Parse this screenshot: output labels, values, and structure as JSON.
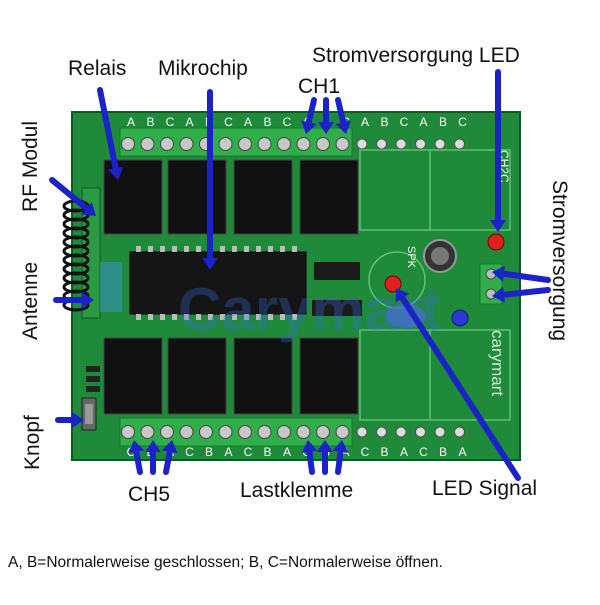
{
  "labels": {
    "relais": "Relais",
    "mikrochip": "Mikrochip",
    "ch1": "CH1",
    "stromversorgung_led": "Stromversorgung LED",
    "rf_modul": "RF Modul",
    "antenne": "Antenne",
    "knopf": "Knopf",
    "stromversorgung": "Stromversorgung",
    "ch5": "CH5",
    "lastklemme": "Lastklemme",
    "led_signal": "LED Signal"
  },
  "board": {
    "terminal_letters_top": [
      "A",
      "B",
      "C",
      "A",
      "B",
      "C",
      "A",
      "B",
      "C",
      "A",
      "B",
      "C",
      "A",
      "B",
      "C",
      "A",
      "B",
      "C"
    ],
    "terminal_letters_bottom": [
      "C",
      "B",
      "A",
      "C",
      "B",
      "A",
      "C",
      "B",
      "A",
      "C",
      "B",
      "A",
      "C",
      "B",
      "A",
      "C",
      "B",
      "A"
    ],
    "silk_brand": "carymart",
    "silk_spk": "SPK",
    "silk_ch": "CH2C",
    "watermark": "Carymart"
  },
  "caption": "A, B=Normalerweise geschlossen; B, C=Normalerweise öffnen.",
  "colors": {
    "pcb": "#1f8a3a",
    "pcb_dark": "#136b2a",
    "terminal": "#2fae4a",
    "relay": "#111111",
    "arrow": "#1a22c8"
  }
}
